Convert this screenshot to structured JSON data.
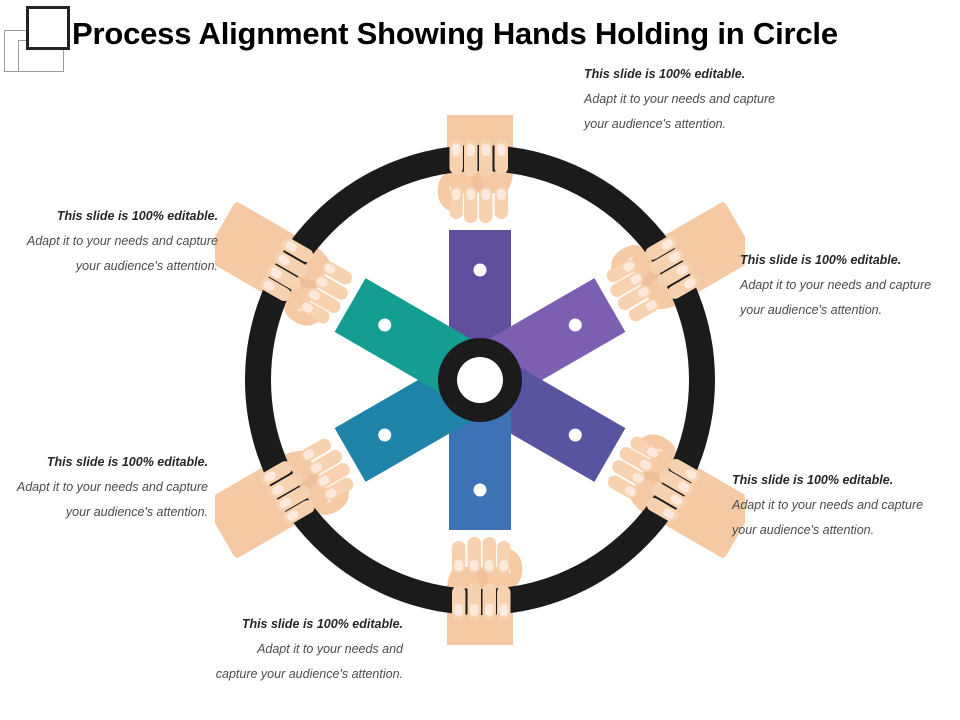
{
  "logo": {
    "name": "three-squares-logo"
  },
  "header": {
    "title": "Process Alignment Showing Hands Holding in Circle"
  },
  "callouts": [
    {
      "id": "callout-top-right",
      "align": "left",
      "lead": "This slide is 100% editable.",
      "body": "Adapt it to your needs and capture your audience's attention."
    },
    {
      "id": "callout-middle-right",
      "align": "left",
      "lead": "This slide is 100% editable.",
      "body": "Adapt it to your needs and capture your audience's attention."
    },
    {
      "id": "callout-bottom-right",
      "align": "left",
      "lead": "This slide is 100% editable.",
      "body": "Adapt it to your needs and capture your audience's attention."
    },
    {
      "id": "callout-bottom-left",
      "align": "right",
      "lead": "This slide is 100% editable.",
      "body": "Adapt it to your needs and capture your audience's attention."
    },
    {
      "id": "callout-top-left",
      "align": "right",
      "lead": "This slide is 100% editable.",
      "body": "Adapt it to your needs and capture your audience's attention."
    },
    {
      "id": "callout-middle-left",
      "align": "right",
      "lead": "This slide is 100% editable.",
      "body": "Adapt it to your needs and capture your audience's attention."
    }
  ],
  "diagram": {
    "name": "hands-holding-circle-wheel",
    "ring_color": "#1c1b1b",
    "hub_outer_color": "#1c1b1b",
    "hub_inner_color": "#ffffff",
    "skin_color": "#f4c9a4",
    "skin_shade_color": "#e8b48c",
    "nail_color": "#fdeadd",
    "cuff_color": "#eceff3",
    "spokes": [
      {
        "label": "spoke-top",
        "color": "#614f9e",
        "angle_deg": 0
      },
      {
        "label": "spoke-upper-right",
        "color": "#7d5fb2",
        "angle_deg": 60
      },
      {
        "label": "spoke-lower-right",
        "color": "#5854a0",
        "angle_deg": 120
      },
      {
        "label": "spoke-bottom",
        "color": "#3d72b4",
        "angle_deg": 180
      },
      {
        "label": "spoke-lower-left",
        "color": "#1f83a8",
        "angle_deg": 240
      },
      {
        "label": "spoke-upper-left",
        "color": "#149e92",
        "angle_deg": 300
      }
    ],
    "hand_count": 6
  }
}
